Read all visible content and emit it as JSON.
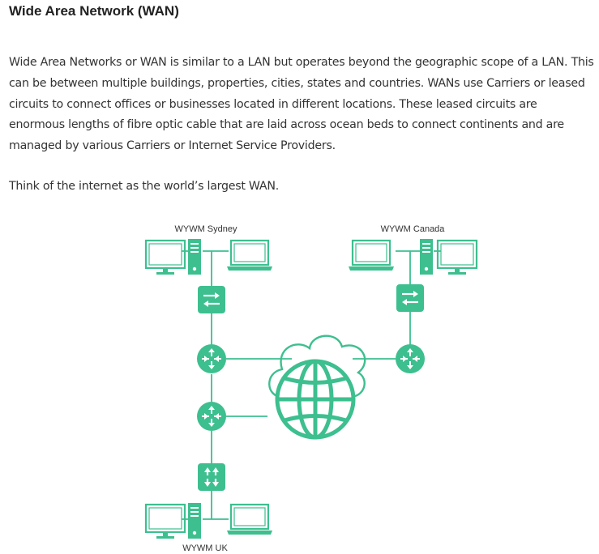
{
  "heading": "Wide Area Network (WAN)",
  "paragraph1": " Wide Area Networks or WAN is similar to a LAN but operates beyond the geographic scope of a LAN. This can be between multiple buildings, properties, cities, states and countries. WANs use Carriers or leased circuits to connect offices or businesses located in different locations. These leased circuits are enormous lengths of fibre optic cable that are laid across ocean beds to connect continents and are managed by various Carriers or Internet Service Providers.",
  "paragraph2": "Think of the internet as the world’s largest WAN.",
  "diagram": {
    "accent_color": "#3dbf8f",
    "sites": {
      "sydney": "WYWM Sydney",
      "canada": "WYWM Canada",
      "uk": "WYWM UK"
    },
    "icons": [
      "monitor-icon",
      "pc-tower-icon",
      "laptop-icon",
      "switch-icon",
      "router-icon",
      "internet-cloud-icon"
    ]
  }
}
